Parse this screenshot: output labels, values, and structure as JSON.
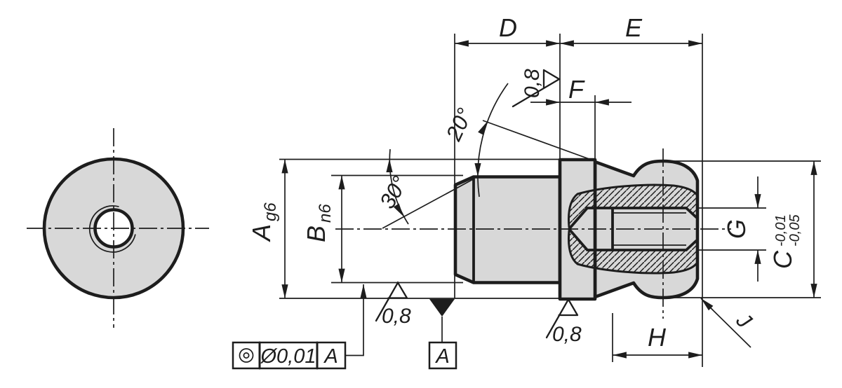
{
  "drawing": {
    "type": "technical-dimension-drawing",
    "part": "ball-end positioning pin, front view and sectioned side view",
    "colors": {
      "line": "#1d1d1d",
      "part_fill": "#d8d8d8",
      "background": "#ffffff"
    },
    "labels": {
      "dim_d": "D",
      "dim_e": "E",
      "dim_f": "F",
      "dim_h": "H",
      "dim_g": "G",
      "dim_j": "J",
      "dim_a": "A",
      "dim_a_fit": "g6",
      "dim_b": "B",
      "dim_b_fit": "n6",
      "dim_c": "C",
      "c_tol_upper": "-0,01",
      "c_tol_lower": "-0,05",
      "angle_taper": "20°",
      "angle_chamfer": "30°"
    },
    "roughness": {
      "flange_face": "0,8",
      "thread_od": "0,8",
      "flange_bottom": "0,8"
    },
    "feature_control_frame": {
      "symbol": "concentricity",
      "tolerance": "Ø0,01",
      "datum_ref": "A"
    },
    "datum": {
      "label": "A"
    }
  }
}
